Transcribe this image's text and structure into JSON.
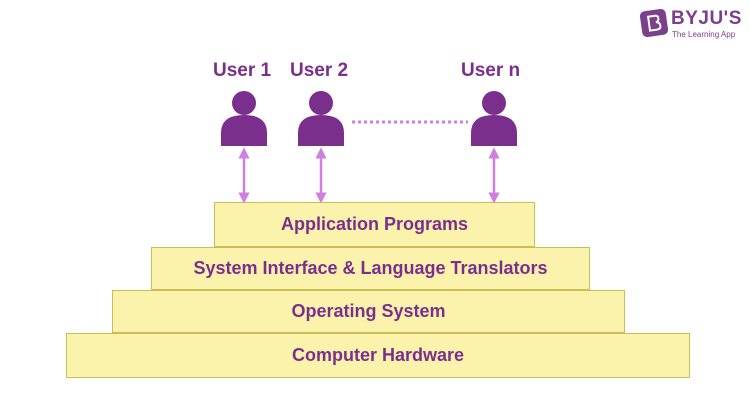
{
  "brand": {
    "name": "BYJU'S",
    "tagline": "The Learning App",
    "color": "#7b3f8c"
  },
  "users": [
    {
      "label": "User 1",
      "icon": "user-icon"
    },
    {
      "label": "User 2",
      "icon": "user-icon"
    },
    {
      "label": "User n",
      "icon": "user-icon"
    }
  ],
  "layers": [
    {
      "label": "Application Programs"
    },
    {
      "label": "System Interface & Language Translators"
    },
    {
      "label": "Operating System"
    },
    {
      "label": "Computer Hardware"
    }
  ],
  "colors": {
    "user": "#7b2f8c",
    "arrow": "#d07ee0",
    "layer_fill": "#fbf3ac",
    "layer_border": "#c9bd55",
    "text": "#7b2f8c"
  }
}
